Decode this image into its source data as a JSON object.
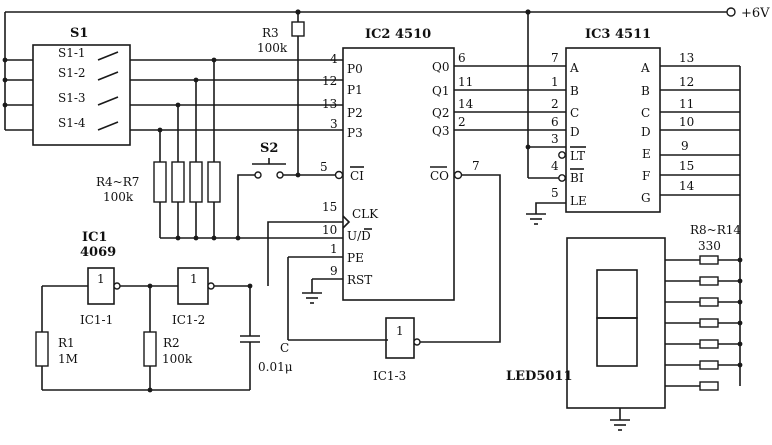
{
  "supply": {
    "label": "+6V"
  },
  "switch_block": {
    "title": "S1",
    "switches": [
      "S1-1",
      "S1-2",
      "S1-3",
      "S1-4"
    ]
  },
  "r3": {
    "name": "R3",
    "value": "100k"
  },
  "r4_r7": {
    "name": "R4~R7",
    "value": "100k"
  },
  "s2": {
    "name": "S2"
  },
  "ic1": {
    "name": "IC1",
    "part": "4069",
    "gate_num": "1",
    "g1": "IC1-1",
    "g2": "IC1-2",
    "g3": "IC1-3"
  },
  "r1": {
    "name": "R1",
    "value": "1M"
  },
  "r2": {
    "name": "R2",
    "value": "100k"
  },
  "cap": {
    "name": "C",
    "value": "0.01μ"
  },
  "ic2": {
    "title": "IC2 4510",
    "left_pins": [
      {
        "num": "4",
        "label": "P0"
      },
      {
        "num": "12",
        "label": "P1"
      },
      {
        "num": "13",
        "label": "P2"
      },
      {
        "num": "3",
        "label": "P3"
      },
      {
        "num": "5",
        "label": "CI"
      },
      {
        "num": "15",
        "label": "CLK"
      },
      {
        "num": "10",
        "label": "U/D"
      },
      {
        "num": "1",
        "label": "PE"
      },
      {
        "num": "9",
        "label": "RST"
      }
    ],
    "right_pins": [
      {
        "num": "6",
        "label": "Q0"
      },
      {
        "num": "11",
        "label": "Q1"
      },
      {
        "num": "14",
        "label": "Q2"
      },
      {
        "num": "2",
        "label": "Q3"
      },
      {
        "num": "7",
        "label": "CO"
      }
    ]
  },
  "ic3": {
    "title": "IC3 4511",
    "left_pins": [
      {
        "num": "7",
        "label": "A"
      },
      {
        "num": "1",
        "label": "B"
      },
      {
        "num": "2",
        "label": "C"
      },
      {
        "num": "6",
        "label": "D"
      },
      {
        "num": "3",
        "label": "LT"
      },
      {
        "num": "4",
        "label": "BI"
      },
      {
        "num": "5",
        "label": "LE"
      }
    ],
    "right_pins": [
      {
        "num": "13",
        "label": "A"
      },
      {
        "num": "12",
        "label": "B"
      },
      {
        "num": "11",
        "label": "C"
      },
      {
        "num": "10",
        "label": "D"
      },
      {
        "num": "9",
        "label": "E"
      },
      {
        "num": "15",
        "label": "F"
      },
      {
        "num": "14",
        "label": "G"
      }
    ]
  },
  "r8_r14": {
    "name": "R8~R14",
    "value": "330"
  },
  "display": {
    "name": "LED5011"
  }
}
